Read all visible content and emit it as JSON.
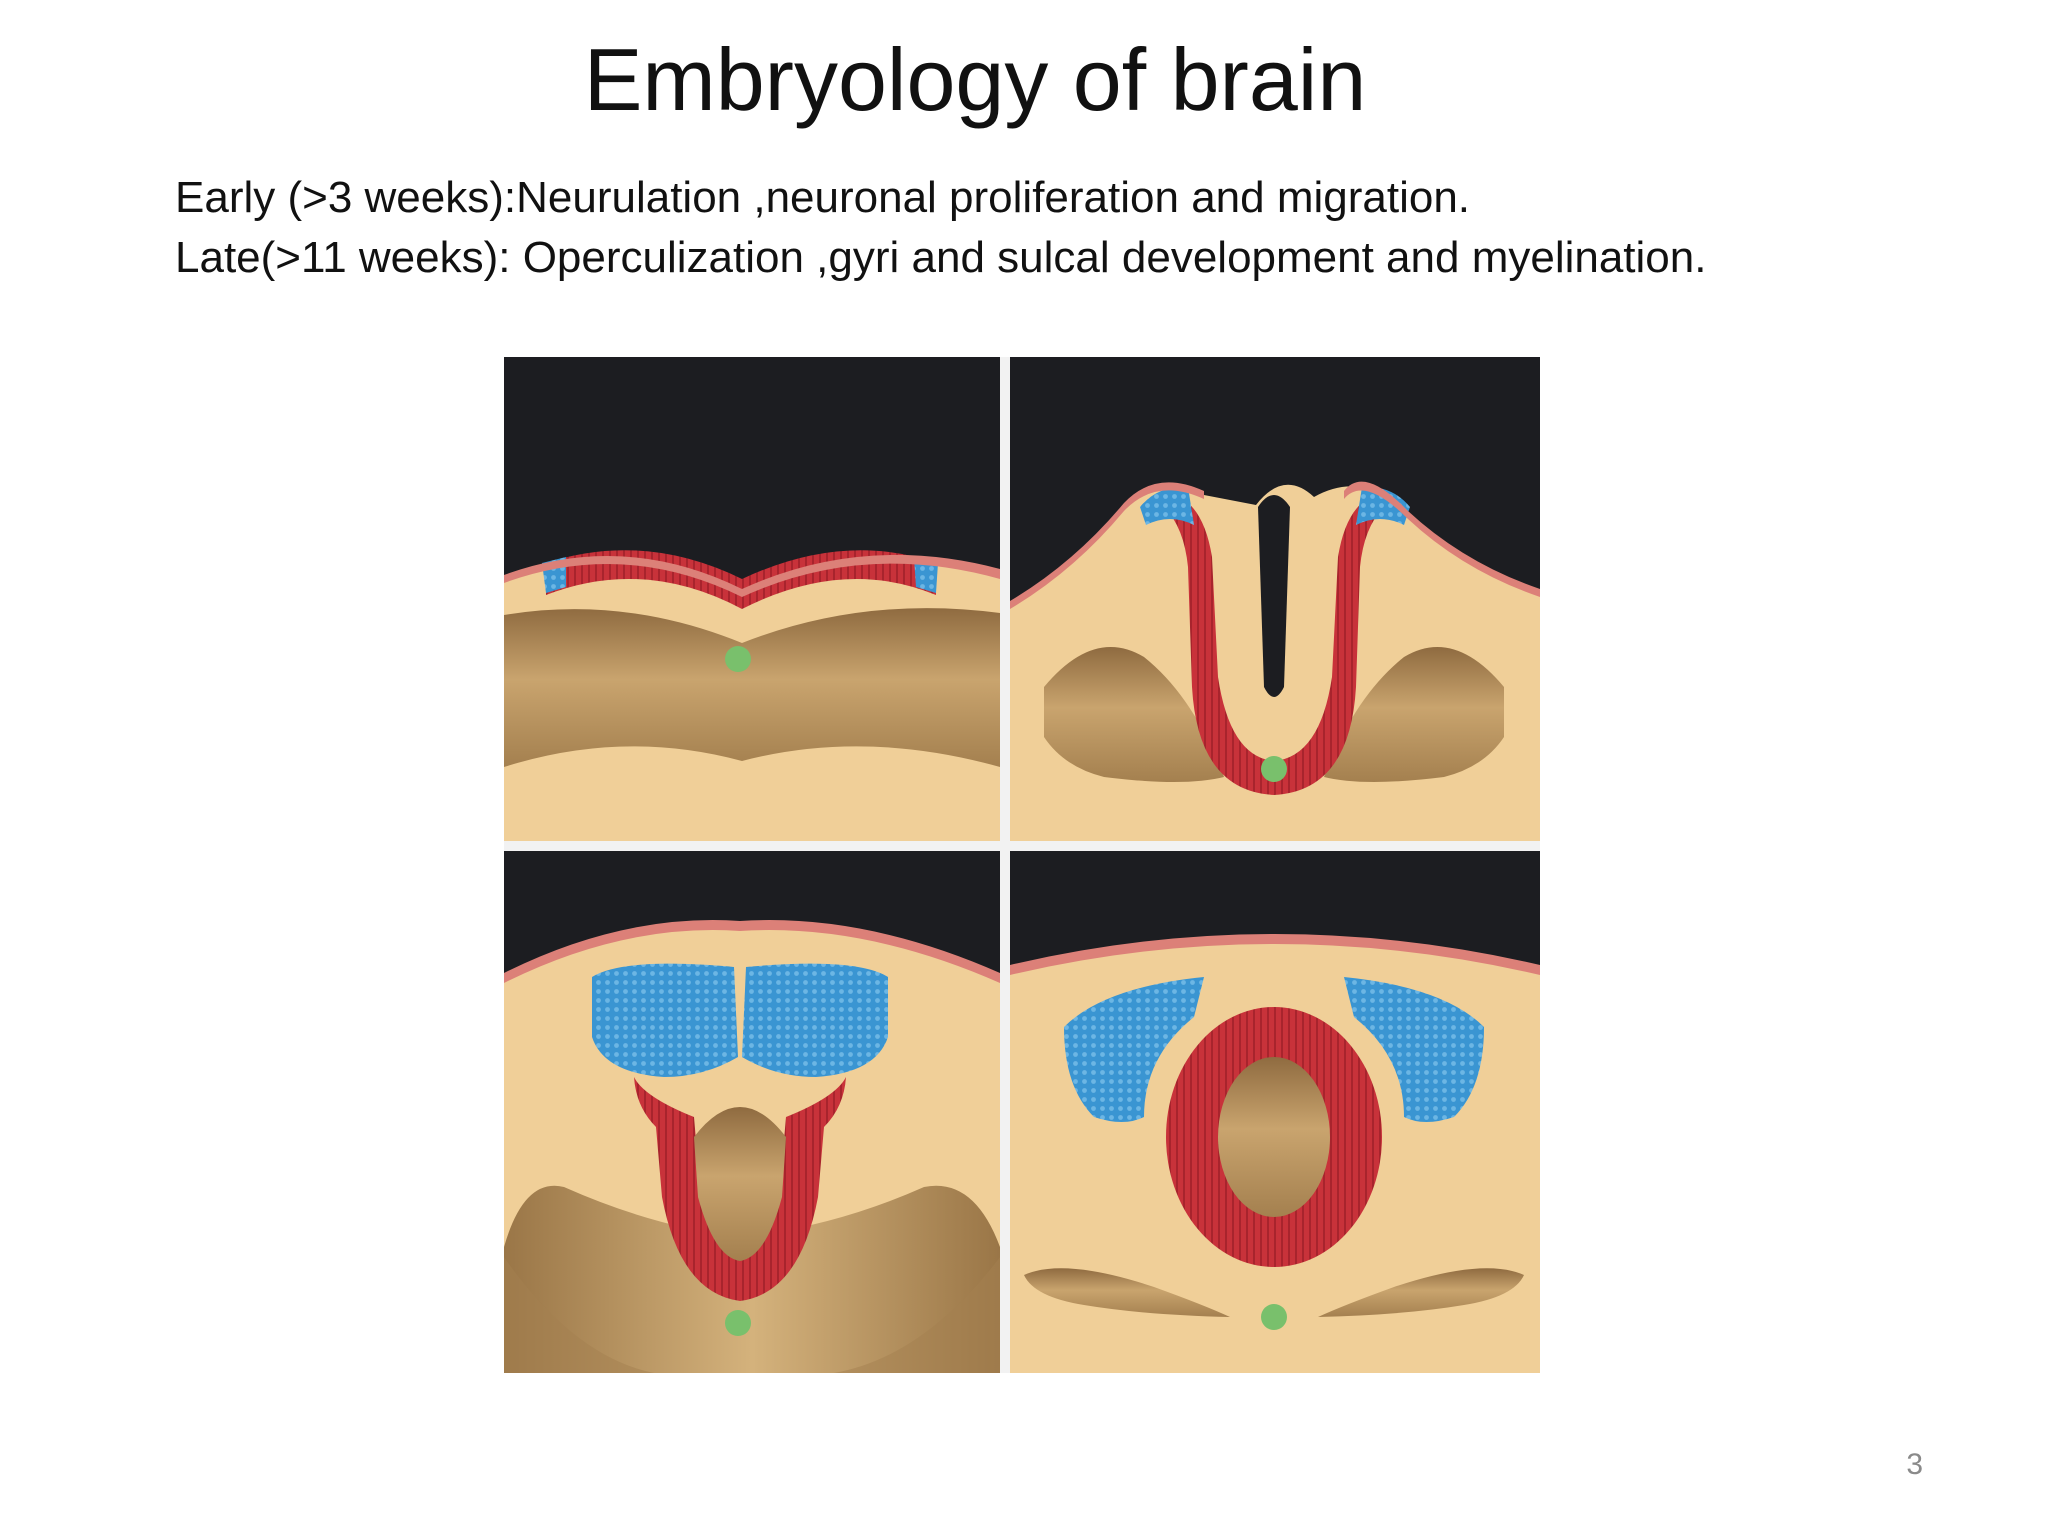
{
  "slide": {
    "title": "Embryology of brain",
    "lines": [
      "Early (>3 weeks):Neurulation ,neuronal proliferation and migration.",
      "Late(>11 weeks): Operculization ,gyri and sulcal development and myelination."
    ],
    "page_number": "3"
  },
  "colors": {
    "panel_background": "#1c1d21",
    "mesoderm": "#f0cf98",
    "mesoderm_shadow": "#b08c5a",
    "neural_plate": "#c8323a",
    "neural_crest": "#3a95d2",
    "notochord": "#79c06c",
    "ectoderm": "#dc8078",
    "divider": "#f2f2f2"
  },
  "figure": {
    "panels": [
      {
        "stage": "neural-plate"
      },
      {
        "stage": "neural-groove"
      },
      {
        "stage": "neural-tube-closing"
      },
      {
        "stage": "neural-tube-closed"
      }
    ]
  }
}
